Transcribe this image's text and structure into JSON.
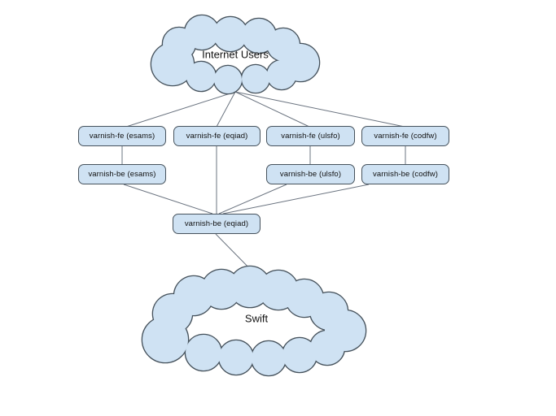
{
  "diagram": {
    "colors": {
      "background": "#ffffff",
      "shape_fill": "#cfe2f3",
      "shape_stroke": "#46525c",
      "connector": "#6b7480",
      "text_color": "#111111"
    },
    "clouds": {
      "internet_users": {
        "label": "Internet Users"
      },
      "swift": {
        "label": "Swift"
      }
    },
    "nodes": {
      "fe_esams": {
        "label": "varnish-fe (esams)"
      },
      "fe_eqiad": {
        "label": "varnish-fe (eqiad)"
      },
      "fe_ulsfo": {
        "label": "varnish-fe (ulsfo)"
      },
      "fe_codfw": {
        "label": "varnish-fe (codfw)"
      },
      "be_esams": {
        "label": "varnish-be (esams)"
      },
      "be_ulsfo": {
        "label": "varnish-be (ulsfo)"
      },
      "be_codfw": {
        "label": "varnish-be (codfw)"
      },
      "be_eqiad": {
        "label": "varnish-be (eqiad)"
      }
    },
    "edges": [
      {
        "from": "internet_users",
        "to": "fe_esams"
      },
      {
        "from": "internet_users",
        "to": "fe_eqiad"
      },
      {
        "from": "internet_users",
        "to": "fe_ulsfo"
      },
      {
        "from": "internet_users",
        "to": "fe_codfw"
      },
      {
        "from": "fe_esams",
        "to": "be_esams"
      },
      {
        "from": "fe_eqiad",
        "to": "be_eqiad"
      },
      {
        "from": "fe_ulsfo",
        "to": "be_ulsfo"
      },
      {
        "from": "fe_codfw",
        "to": "be_codfw"
      },
      {
        "from": "be_esams",
        "to": "be_eqiad"
      },
      {
        "from": "be_ulsfo",
        "to": "be_eqiad"
      },
      {
        "from": "be_codfw",
        "to": "be_eqiad"
      },
      {
        "from": "be_eqiad",
        "to": "swift"
      }
    ]
  }
}
